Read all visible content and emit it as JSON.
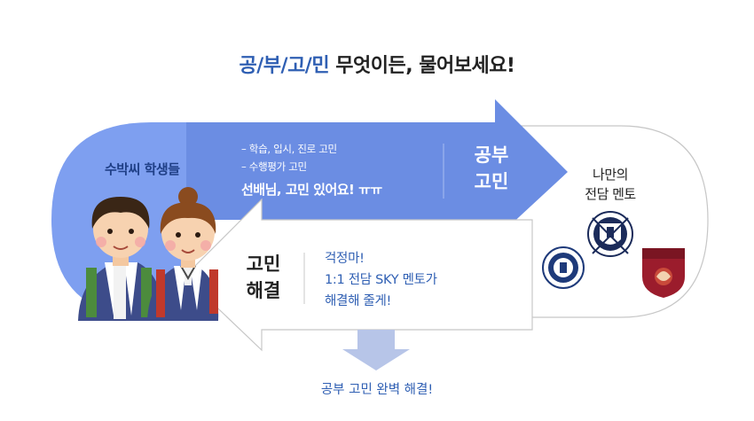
{
  "headline": {
    "accent": "공/부/고/민",
    "rest": " 무엇이든, 물어보세요!"
  },
  "students": {
    "label": "수박씨 학생들"
  },
  "concern": {
    "line1": "– 학습, 입시, 진로 고민",
    "line2": "– 수행평가 고민",
    "main": "선배님, 고민 있어요! ㅠㅠ",
    "tag_line1": "공부",
    "tag_line2": "고민"
  },
  "mentor": {
    "line1": "나만의",
    "line2": "전담 멘토"
  },
  "resolve": {
    "tag_line1": "고민",
    "tag_line2": "해결",
    "answer1": "걱정마!",
    "answer2": "1:1 전담 SKY 멘토가",
    "answer3": "해결해 줄게!"
  },
  "footer": {
    "text": "공부 고민 완벽 해결!"
  },
  "colors": {
    "accent_blue": "#2f5fb3",
    "arrow_blue": "#6b8de3",
    "pill_blue": "#7e9ff0",
    "down_arrow": "#b7c5e8"
  },
  "icons": {
    "student_boy": "student-boy-illustration",
    "student_girl": "student-girl-illustration",
    "seal_left": "university-seal-blue-round",
    "seal_center": "university-seal-navy-badge",
    "seal_right": "university-seal-crimson-shield"
  }
}
